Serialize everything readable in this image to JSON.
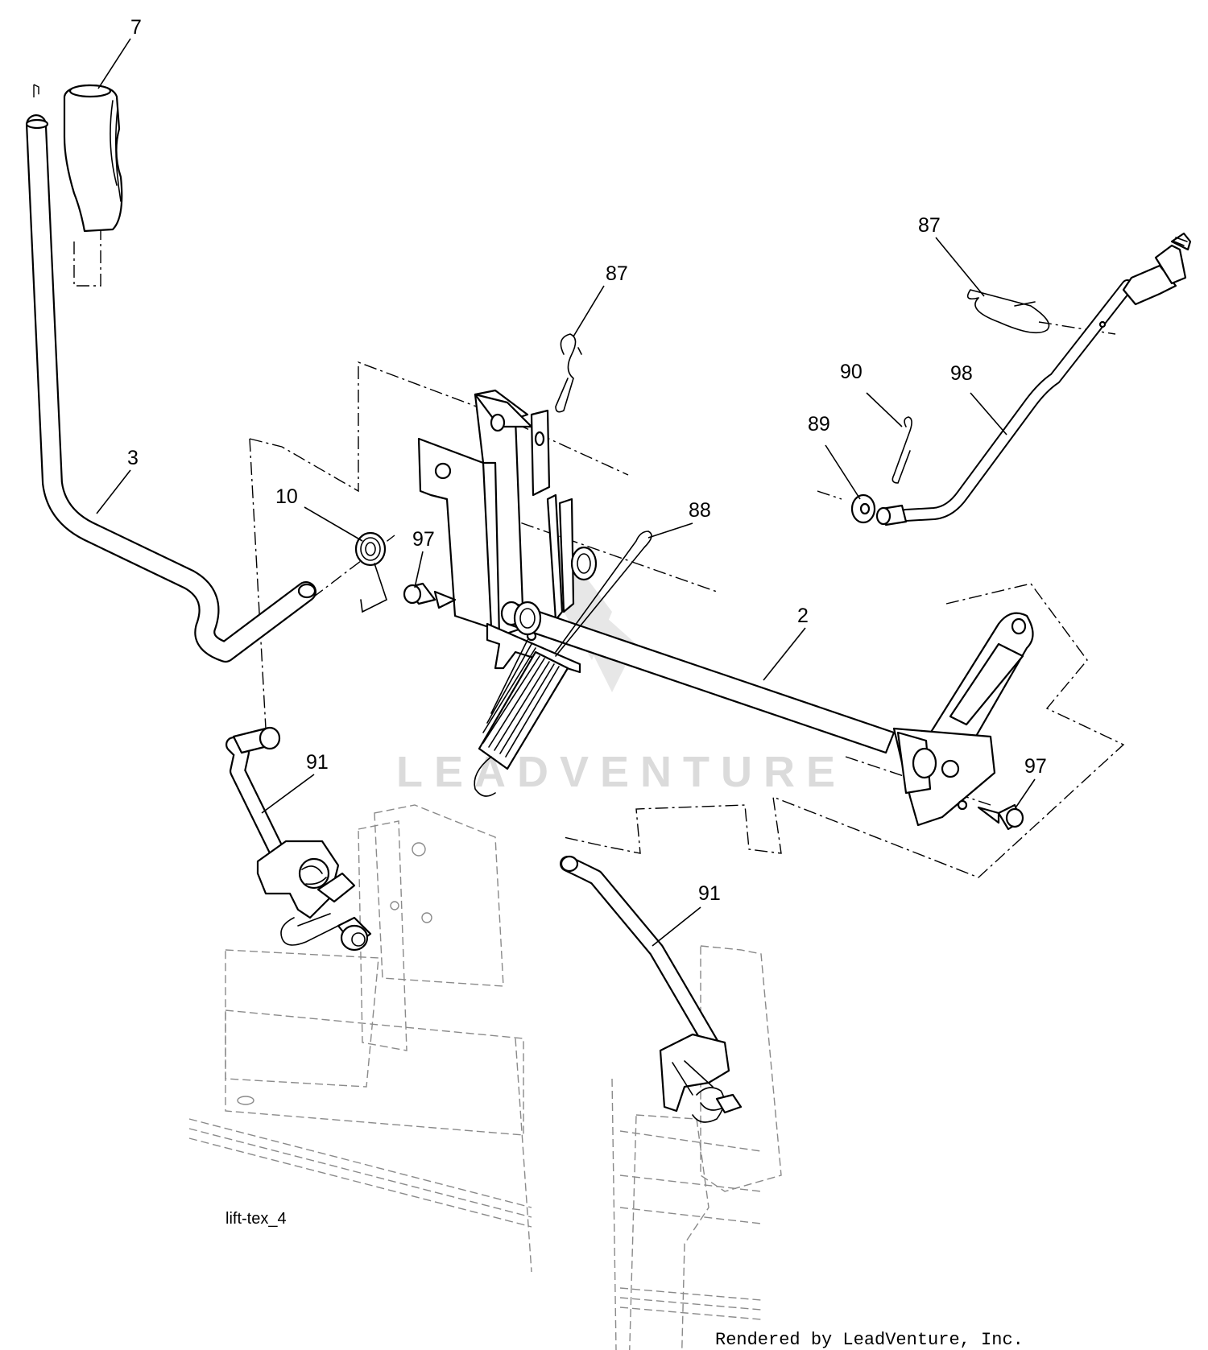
{
  "diagram": {
    "figure_id": "lift-tex_4",
    "credit": "Rendered by LeadVenture, Inc.",
    "watermark": "LEADVENTURE",
    "callouts": {
      "c7": "7",
      "c3": "3",
      "c10": "10",
      "c97a": "97",
      "c87a": "87",
      "c88": "88",
      "c87b": "87",
      "c90": "90",
      "c89": "89",
      "c98": "98",
      "c2": "2",
      "c97b": "97",
      "c91a": "91",
      "c91b": "91"
    }
  }
}
